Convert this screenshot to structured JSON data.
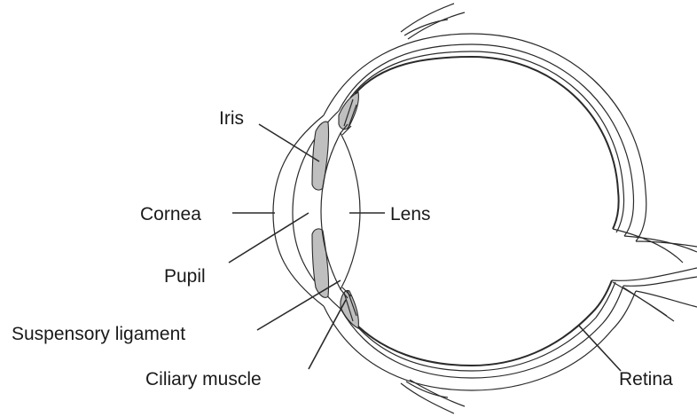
{
  "labels": {
    "iris": "Iris",
    "cornea": "Cornea",
    "lens": "Lens",
    "pupil": "Pupil",
    "suspensory_ligament": "Suspensory ligament",
    "ciliary_muscle": "Ciliary muscle",
    "retina": "Retina"
  },
  "colors": {
    "line": "#2a2a2a",
    "tissue_fill": "#bfbfbf",
    "background": "#ffffff"
  }
}
